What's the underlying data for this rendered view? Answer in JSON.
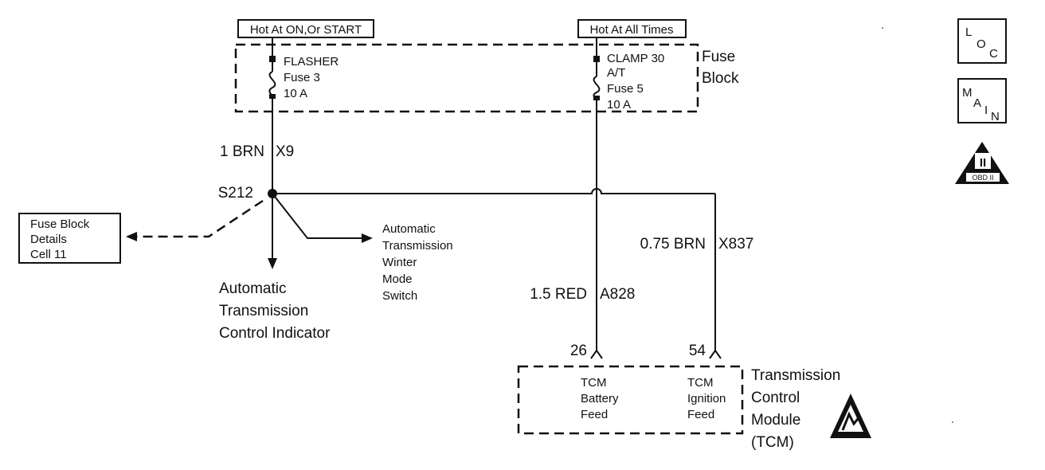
{
  "power_labels": {
    "left": "Hot At ON,Or START",
    "right": "Hot At All Times"
  },
  "fuse_block": {
    "name_line1": "Fuse",
    "name_line2": "Block",
    "fuse_left": {
      "line1": "FLASHER",
      "line2": "Fuse 3",
      "line3": "10 A"
    },
    "fuse_right": {
      "line1": "CLAMP 30",
      "line2": "A/T",
      "line3": "Fuse 5",
      "line4": "10 A"
    }
  },
  "wires": {
    "w1": {
      "gauge_color": "1 BRN",
      "circuit": "X9"
    },
    "w2": {
      "gauge_color": "0.75 BRN",
      "circuit": "X837"
    },
    "w3": {
      "gauge_color": "1.5 RED",
      "circuit": "A828"
    }
  },
  "splice": {
    "id": "S212"
  },
  "ref_box": {
    "line1": "Fuse Block",
    "line2": "Details",
    "line3": "Cell 11"
  },
  "winter_switch": {
    "line1": "Automatic",
    "line2": "Transmission",
    "line3": "Winter",
    "line4": "Mode",
    "line5": "Switch"
  },
  "indicator": {
    "line1": "Automatic",
    "line2": "Transmission",
    "line3": "Control Indicator"
  },
  "tcm": {
    "pin_a": "26",
    "pin_b": "54",
    "feed_a": {
      "line1": "TCM",
      "line2": "Battery",
      "line3": "Feed"
    },
    "feed_b": {
      "line1": "TCM",
      "line2": "Ignition",
      "line3": "Feed"
    },
    "name_line1": "Transmission",
    "name_line2": "Control",
    "name_line3": "Module",
    "name_line4": "(TCM)"
  },
  "side_icons": {
    "loc": {
      "l": "L",
      "o": "O",
      "c": "C"
    },
    "main": {
      "m": "M",
      "a": "A",
      "i": "I",
      "n": "N"
    },
    "obd": {
      "numeral": "II",
      "label": "OBD II"
    }
  }
}
